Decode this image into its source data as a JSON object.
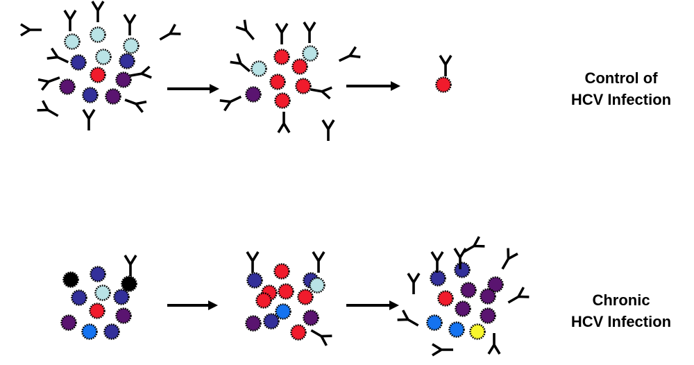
{
  "colors": {
    "light_blue": "#b9e3e6",
    "navy": "#33309a",
    "red": "#f01b2c",
    "purple": "#5a1470",
    "black": "#000000",
    "blue": "#1573f0",
    "yellow": "#f8f62c"
  },
  "labels": {
    "control": {
      "line1": "Control of",
      "line2": "HCV Infection"
    },
    "chronic": {
      "line1": "Chronic",
      "line2": "HCV Infection"
    }
  }
}
